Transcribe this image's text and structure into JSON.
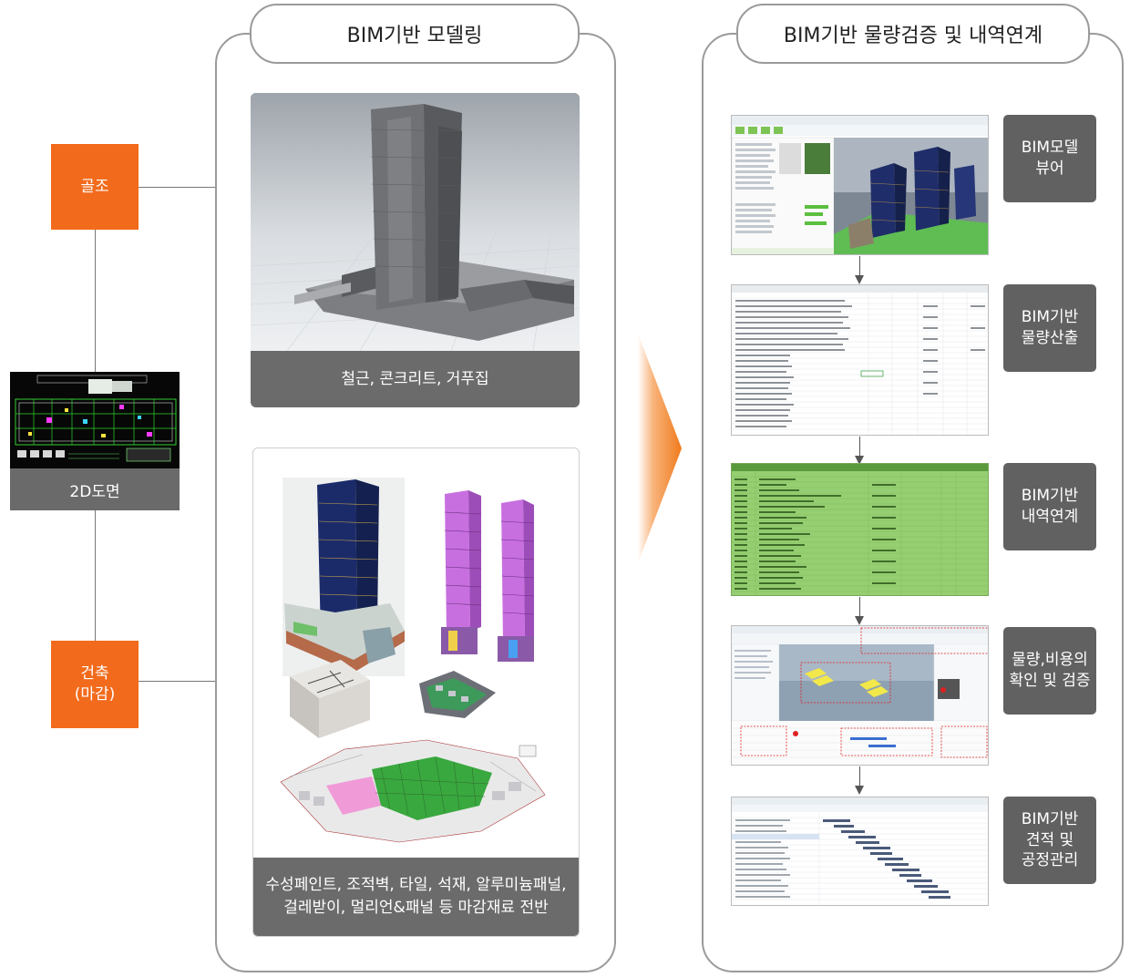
{
  "inputs": {
    "structure": "골조",
    "architecture": "건축\n(마감)",
    "drawing": "2D도면"
  },
  "modeling": {
    "title": "BIM기반 모델링",
    "structure_caption": "철근, 콘크리트, 거푸집",
    "finish_caption": "수성페인트, 조적벽, 타일, 석재, 알루미늄패널,\n걸레받이, 멀리언&패널 등 마감재료 전반"
  },
  "verification": {
    "title": "BIM기반 물량검증 및 내역연계",
    "steps": [
      {
        "label": "BIM모델\n뷰어"
      },
      {
        "label": "BIM기반\n물량산출"
      },
      {
        "label": "BIM기반\n내역연계"
      },
      {
        "label": "물량,비용의\n확인 및 검증"
      },
      {
        "label": "BIM기반\n견적 및\n공정관리"
      }
    ]
  },
  "colors": {
    "accent_orange": "#f26a1b",
    "label_gray": "#616161",
    "panel_border": "#9a9a9a",
    "spreadsheet_green": "#8fca6a"
  },
  "icons": [
    "arrow-right-icon",
    "arrow-down-icon",
    "chevron-right-icon"
  ]
}
